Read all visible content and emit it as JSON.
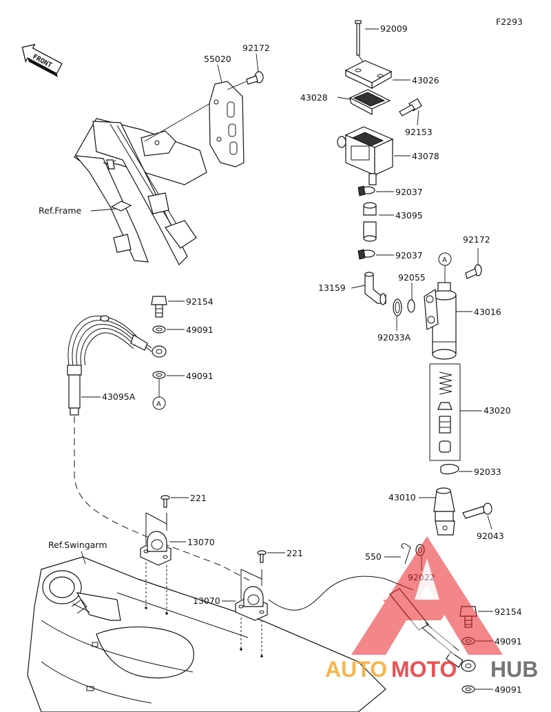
{
  "figure_code": "F2293",
  "front_arrow_label": "FRONT",
  "ref_frame": "Ref.Frame",
  "ref_swingarm": "Ref.Swingarm",
  "marker_a": "A",
  "parts": {
    "p92009": "92009",
    "p43026": "43026",
    "p43028": "43028",
    "p92153": "92153",
    "p43078": "43078",
    "p92037a": "92037",
    "p43095": "43095",
    "p92037b": "92037",
    "p92172a": "92172",
    "p55020": "55020",
    "p92172b": "92172",
    "p92055": "92055",
    "p13159": "13159",
    "p43016": "43016",
    "p92033a": "92033A",
    "p92154a": "92154",
    "p49091a": "49091",
    "p49091b": "49091",
    "p43095a": "43095A",
    "p43020": "43020",
    "p92033": "92033",
    "p43010": "43010",
    "p221a": "221",
    "p13070a": "13070",
    "p92043": "92043",
    "p550": "550",
    "p221b": "221",
    "p92022": "92022",
    "p13070b": "13070",
    "p92154b": "92154",
    "p49091c": "49091",
    "p49091d": "49091"
  },
  "watermark": {
    "brand_left": "AUTO",
    "brand_mid": "MOTO",
    "brand_right": "HUB",
    "orange": "#F5A623",
    "red": "#E8242A",
    "gray": "#555555"
  }
}
